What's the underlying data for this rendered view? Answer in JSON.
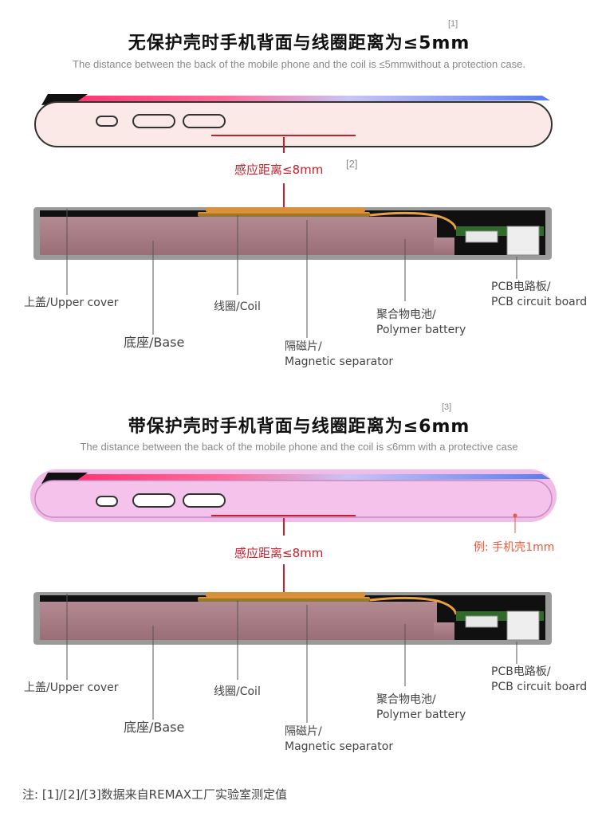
{
  "section1": {
    "title": "无保护壳时手机背面与线圈距离为≤5mm",
    "ref": "[1]",
    "subtitle": "The distance between the back of the mobile phone and the coil is ≤5mmwithout a protection case.",
    "sensing_label": "感应距离≤8mm",
    "sensing_ref": "[2]"
  },
  "section2": {
    "title": "带保护壳时手机背面与线圈距离为≤6mm",
    "ref": "[3]",
    "subtitle": "The distance between the back of the mobile phone and the coil is ≤6mm with a protective case",
    "sensing_label": "感应距离≤8mm",
    "case_label": "例: 手机壳1mm"
  },
  "components": {
    "upper_cover": "上盖/Upper cover",
    "base": "底座/Base",
    "coil": "线圈/Coil",
    "separator_cn": "隔磁片/",
    "separator_en": "Magnetic separator",
    "battery_cn": "聚合物电池/",
    "battery_en": "Polymer battery",
    "pcb_cn": "PCB电路板/",
    "pcb_en": "PCB circuit board"
  },
  "footnote": "注: [1]/[2]/[3]数据来自REMAX工厂实验室测定值",
  "colors": {
    "sensing_red": "#c8202a",
    "case_pink": "#f0b0e4",
    "base_mauve": "#a87c84",
    "case_label_orange": "#ea5a3a"
  }
}
